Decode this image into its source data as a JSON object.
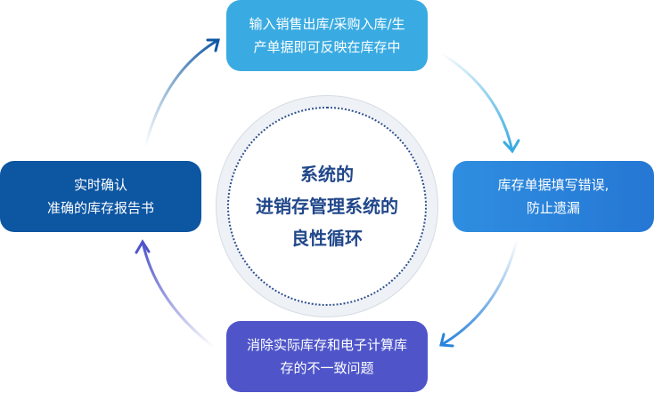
{
  "center": {
    "lines": [
      "系统的",
      "进销存管理系统的",
      "良性循环"
    ]
  },
  "steps": [
    {
      "lines": [
        "输入销售出库/采购入库/生",
        "产单据即可反映在库存中"
      ]
    },
    {
      "lines": [
        "库存单据填写错误,",
        "防止遗漏"
      ]
    },
    {
      "lines": [
        "消除实际库存和电子计算库",
        "存的不一致问题"
      ]
    },
    {
      "lines": [
        "实时确认",
        "准确的库存报告书"
      ]
    }
  ],
  "colors": {
    "top": "#3aabe2",
    "right": "#2a83da",
    "bottom": "#4f55c9",
    "left": "#0c56a2"
  }
}
